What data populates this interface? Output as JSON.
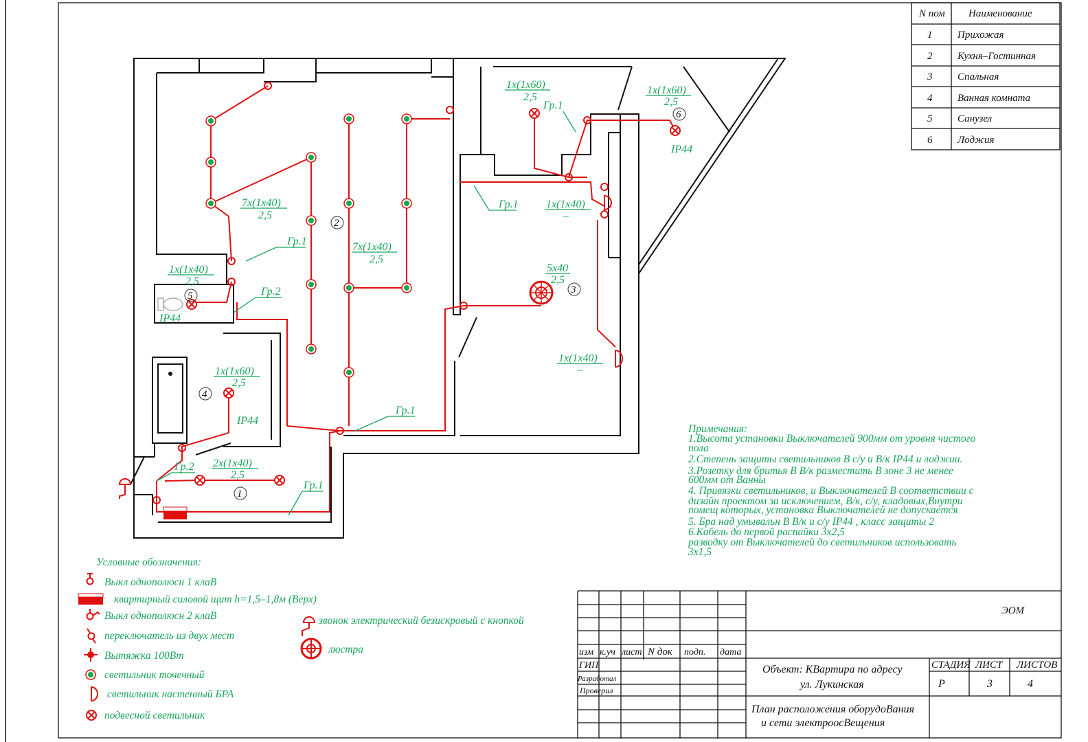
{
  "room_table": {
    "headers": [
      "N пом",
      "Наименование"
    ],
    "rows": [
      {
        "n": "1",
        "name": "Прихожая"
      },
      {
        "n": "2",
        "name": "Кухня–Гостинная"
      },
      {
        "n": "3",
        "name": "Спальная"
      },
      {
        "n": "4",
        "name": "Ванная комната"
      },
      {
        "n": "5",
        "name": "Санузел"
      },
      {
        "n": "6",
        "name": "Лоджия"
      }
    ]
  },
  "plan_labels": {
    "kitchen_a_top": "7x(1x40)",
    "kitchen_a_bot": "2,5",
    "kitchen_b_top": "7x(1x40)",
    "kitchen_b_bot": "2,5",
    "wc_top": "1x(1x40)",
    "wc_bot": "2,5",
    "wc_ip": "IP44",
    "bath_top": "1x(1x60)",
    "bath_bot": "2,5",
    "bath_ip": "IP44",
    "hall_top": "2x(1x40)",
    "hall_bot": "2,5",
    "bed_pend_top": "1x(1x60)",
    "bed_pend_bot": "2,5",
    "loggia_top": "1x(1x60)",
    "loggia_bot": "2,5",
    "loggia_ip": "IP44",
    "bra1_top": "1x(1x40)",
    "bra1_bot": "–",
    "bra2_top": "1x(1x40)",
    "bra2_bot": "–",
    "chand_top": "5x40",
    "chand_bot": "2,5",
    "gr1": "Гр.1",
    "gr2": "Гр.2",
    "room_nums": [
      "1",
      "2",
      "3",
      "4",
      "5",
      "6"
    ]
  },
  "notes": {
    "title": "Примечания:",
    "lines": [
      "1.Высота установки Выключателей 900мм от уровня чистого",
      "пола",
      "2.Степень защиты светильников В с/у и В/к IP44 и лоджии.",
      "3.Розетку для бритья В В/к разместить В зоне 3 не менее",
      "600мм от Ванны",
      "4. Привязки светильников, и Выключателей В соответствии с",
      "дизайн проектом за исключением, В/к, с/у, кладовых,Внутри",
      "помещ которых, установка Выключателей не допускается",
      "5. Бра над умывальн В В/к и с/у IP44 , класс защиты 2",
      "6.Кабель до первой распайки 3х2,5",
      " разводку от Выключателей до светильников использовать",
      "3х1,5"
    ]
  },
  "legend": {
    "title": "Условные обозначения:",
    "items": [
      "Выкл однополюсн 1 клаВ",
      "квартирный силовой щит h=1,5–1,8м (Верх)",
      "Выкл однополюсн 2 клаВ",
      "переключатель из двух мест",
      "Вытяжка 100Вт",
      "светильник точечный",
      "светильник настенный БРА",
      "подвесной светильник",
      "звонок электрический безискровый с кнопкой",
      "люстра"
    ]
  },
  "title_block": {
    "code": "ЭОМ",
    "cols": [
      "изм",
      "к.уч",
      "лист",
      "N док",
      "подп.",
      "дата"
    ],
    "roles": [
      "ГИП",
      "Разработал",
      "Проверил"
    ],
    "object_line1": "Объект: КВартира   по адресу",
    "object_line2": "ул. Лукинская",
    "stage_label": "СТАДИЯ",
    "sheet_label": "ЛИСТ",
    "sheets_label": "ЛИСТОВ",
    "stage": "Р",
    "sheet": "3",
    "sheets": "4",
    "drawing_line1": "План расположения оборудоВания",
    "drawing_line2": "и сети электроосВещения"
  },
  "colors": {
    "wire": "#e01010",
    "text": "#17a45a",
    "wall": "#111111"
  }
}
